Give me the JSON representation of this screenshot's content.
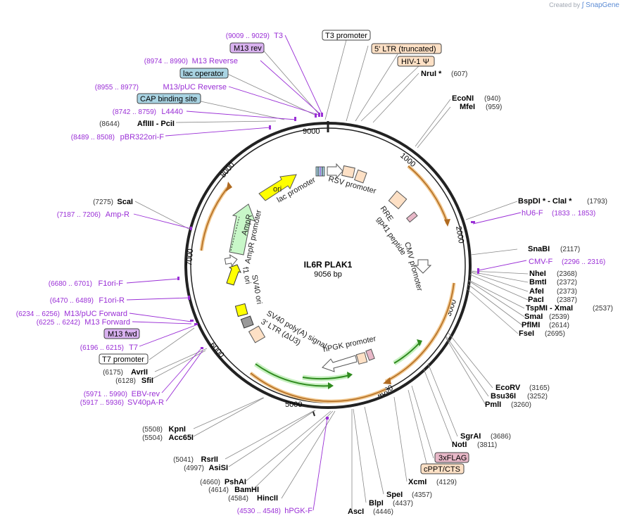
{
  "branding": {
    "created_by": "Created by",
    "product": "SnapGene"
  },
  "plasmid": {
    "name": "IL6R PLAK1",
    "length": "9056 bp"
  },
  "ticks": [
    "1000",
    "2000",
    "3000",
    "4000",
    "5000",
    "6000",
    "7000",
    "8000",
    "9000"
  ],
  "enzymes": {
    "NruI": {
      "name": "NruI *",
      "pos": "(607)"
    },
    "EcoNI": {
      "name": "EcoNI",
      "pos": "(940)"
    },
    "MfeI": {
      "name": "MfeI",
      "pos": "(959)"
    },
    "BspDI": {
      "name": "BspDI * - ClaI *",
      "pos": "(1793)"
    },
    "SnaBI": {
      "name": "SnaBI",
      "pos": "(2117)"
    },
    "NheI": {
      "name": "NheI",
      "pos": "(2368)"
    },
    "BmtI": {
      "name": "BmtI",
      "pos": "(2372)"
    },
    "AfeI": {
      "name": "AfeI",
      "pos": "(2373)"
    },
    "PacI": {
      "name": "PacI",
      "pos": "(2387)"
    },
    "TspMI": {
      "name": "TspMI - XmaI",
      "pos": "(2537)"
    },
    "SmaI": {
      "name": "SmaI",
      "pos": "(2539)"
    },
    "PflMI": {
      "name": "PflMI",
      "pos": "(2614)"
    },
    "FseI": {
      "name": "FseI",
      "pos": "(2695)"
    },
    "EcoRV": {
      "name": "EcoRV",
      "pos": "(3165)"
    },
    "Bsu36I": {
      "name": "Bsu36I",
      "pos": "(3252)"
    },
    "PmlI": {
      "name": "PmlI",
      "pos": "(3260)"
    },
    "SgrAI": {
      "name": "SgrAI",
      "pos": "(3686)"
    },
    "NotI": {
      "name": "NotI",
      "pos": "(3811)"
    },
    "XcmI": {
      "name": "XcmI",
      "pos": "(4129)"
    },
    "SpeI": {
      "name": "SpeI",
      "pos": "(4357)"
    },
    "BlpI": {
      "name": "BlpI",
      "pos": "(4437)"
    },
    "AscI": {
      "name": "AscI",
      "pos": "(4446)"
    },
    "HincII": {
      "name": "HincII",
      "pos": "(4584)"
    },
    "BamHI": {
      "name": "BamHI",
      "pos": "(4614)"
    },
    "PshAI": {
      "name": "PshAI",
      "pos": "(4660)"
    },
    "AsiSI": {
      "name": "AsiSI",
      "pos": "(4997)"
    },
    "RsrII": {
      "name": "RsrII",
      "pos": "(5041)"
    },
    "Acc65I": {
      "name": "Acc65I",
      "pos": "(5504)"
    },
    "KpnI": {
      "name": "KpnI",
      "pos": "(5508)"
    },
    "SfiI": {
      "name": "SfiI",
      "pos": "(6128)"
    },
    "AvrII": {
      "name": "AvrII",
      "pos": "(6175)"
    },
    "ScaI": {
      "name": "ScaI",
      "pos": "(7275)"
    },
    "AflIII": {
      "name": "AflIII - PciI",
      "pos": "(8644)"
    }
  },
  "primers": {
    "T3": {
      "name": "T3",
      "pos": "(9009 .. 9029)"
    },
    "M13Rev": {
      "name": "M13 Reverse",
      "pos": "(8974 .. 8990)"
    },
    "M13pUCRev": {
      "name": "M13/pUC Reverse",
      "pos": "(8955 .. 8977)"
    },
    "L4440": {
      "name": "L4440",
      "pos": "(8742 .. 8759)"
    },
    "pBR322ori": {
      "name": "pBR322ori-F",
      "pos": "(8489 .. 8508)"
    },
    "hU6F": {
      "name": "hU6-F",
      "pos": "(1833 .. 1853)"
    },
    "CMVF": {
      "name": "CMV-F",
      "pos": "(2296 .. 2316)"
    },
    "AmpR": {
      "name": "Amp-R",
      "pos": "(7187 .. 7206)"
    },
    "F1oriF": {
      "name": "F1ori-F",
      "pos": "(6680 .. 6701)"
    },
    "F1oriR": {
      "name": "F1ori-R",
      "pos": "(6470 .. 6489)"
    },
    "M13pUCFwd": {
      "name": "M13/pUC Forward",
      "pos": "(6234 .. 6256)"
    },
    "M13Fwd": {
      "name": "M13 Forward",
      "pos": "(6225 .. 6242)"
    },
    "T7": {
      "name": "T7",
      "pos": "(6196 .. 6215)"
    },
    "EBVrev": {
      "name": "EBV-rev",
      "pos": "(5971 .. 5990)"
    },
    "SV40pAR": {
      "name": "SV40pA-R",
      "pos": "(5917 .. 5936)"
    },
    "hPGKF": {
      "name": "hPGK-F",
      "pos": "(4530 .. 4548)"
    }
  },
  "boxes": {
    "T3promoter": "T3 promoter",
    "M13rev": "M13 rev",
    "lacop": "lac operator",
    "CAP": "CAP binding site",
    "LTR5": "5' LTR (truncated)",
    "HIV": "HIV-1 Ψ",
    "M13fwd": "M13 fwd",
    "T7promoter": "T7 promoter",
    "FLAG": "3xFLAG",
    "cPPT": "cPPT/CTS"
  },
  "features": {
    "lacpromoter": "lac promoter",
    "RSVpromoter": "RSV promoter",
    "RRE": "RRE",
    "gp41": "gp41 peptide",
    "CMVpromoter": "CMV promoter",
    "hPGKpromoter": "hPGK promoter",
    "SV40polyA": "SV40 poly(A) signal",
    "LTR3": "3' LTR (ΔU3)",
    "SV40ori": "SV40 ori",
    "f1ori": "f1 ori",
    "AmpRpromoter": "AmpR promoter",
    "AmpR": "AmpR",
    "ori": "ori"
  },
  "colors": {
    "backbone": "#222222",
    "primer": "#9a2fd6",
    "orange_arc": "#f0c58a",
    "green_arrow": "#2f8a1f",
    "ori_yellow": "#ffff00",
    "ampr_green": "#c8f7c8",
    "ltr_peach": "#fde0c5",
    "lac_blue": "#a9d4e3"
  }
}
